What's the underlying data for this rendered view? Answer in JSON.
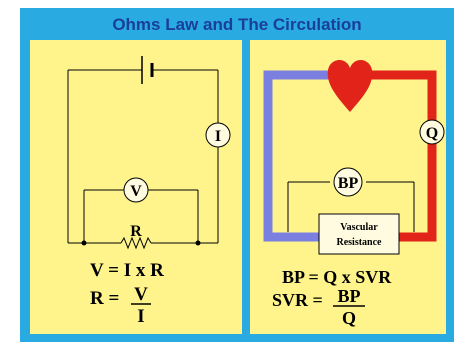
{
  "title": "Ohms Law and The Circulation",
  "left_panel": {
    "current_label": "I",
    "voltage_label": "V",
    "resistor_label": "R",
    "eq1": "V = I x R",
    "eq2_lhs": "R =",
    "eq2_num": "V",
    "eq2_den": "I"
  },
  "right_panel": {
    "flow_label": "Q",
    "pressure_label": "BP",
    "resistance_line1": "Vascular",
    "resistance_line2": "Resistance",
    "eq1": "BP = Q x SVR",
    "eq2_lhs": "SVR =",
    "eq2_num": "BP",
    "eq2_den": "Q"
  },
  "colors": {
    "background_border": "#29abe2",
    "panel_fill": "#fef48b",
    "title_text": "#1a3f9a",
    "arterial": "#e2231a",
    "venous": "#7a7fe0",
    "heart": "#e2231a"
  }
}
